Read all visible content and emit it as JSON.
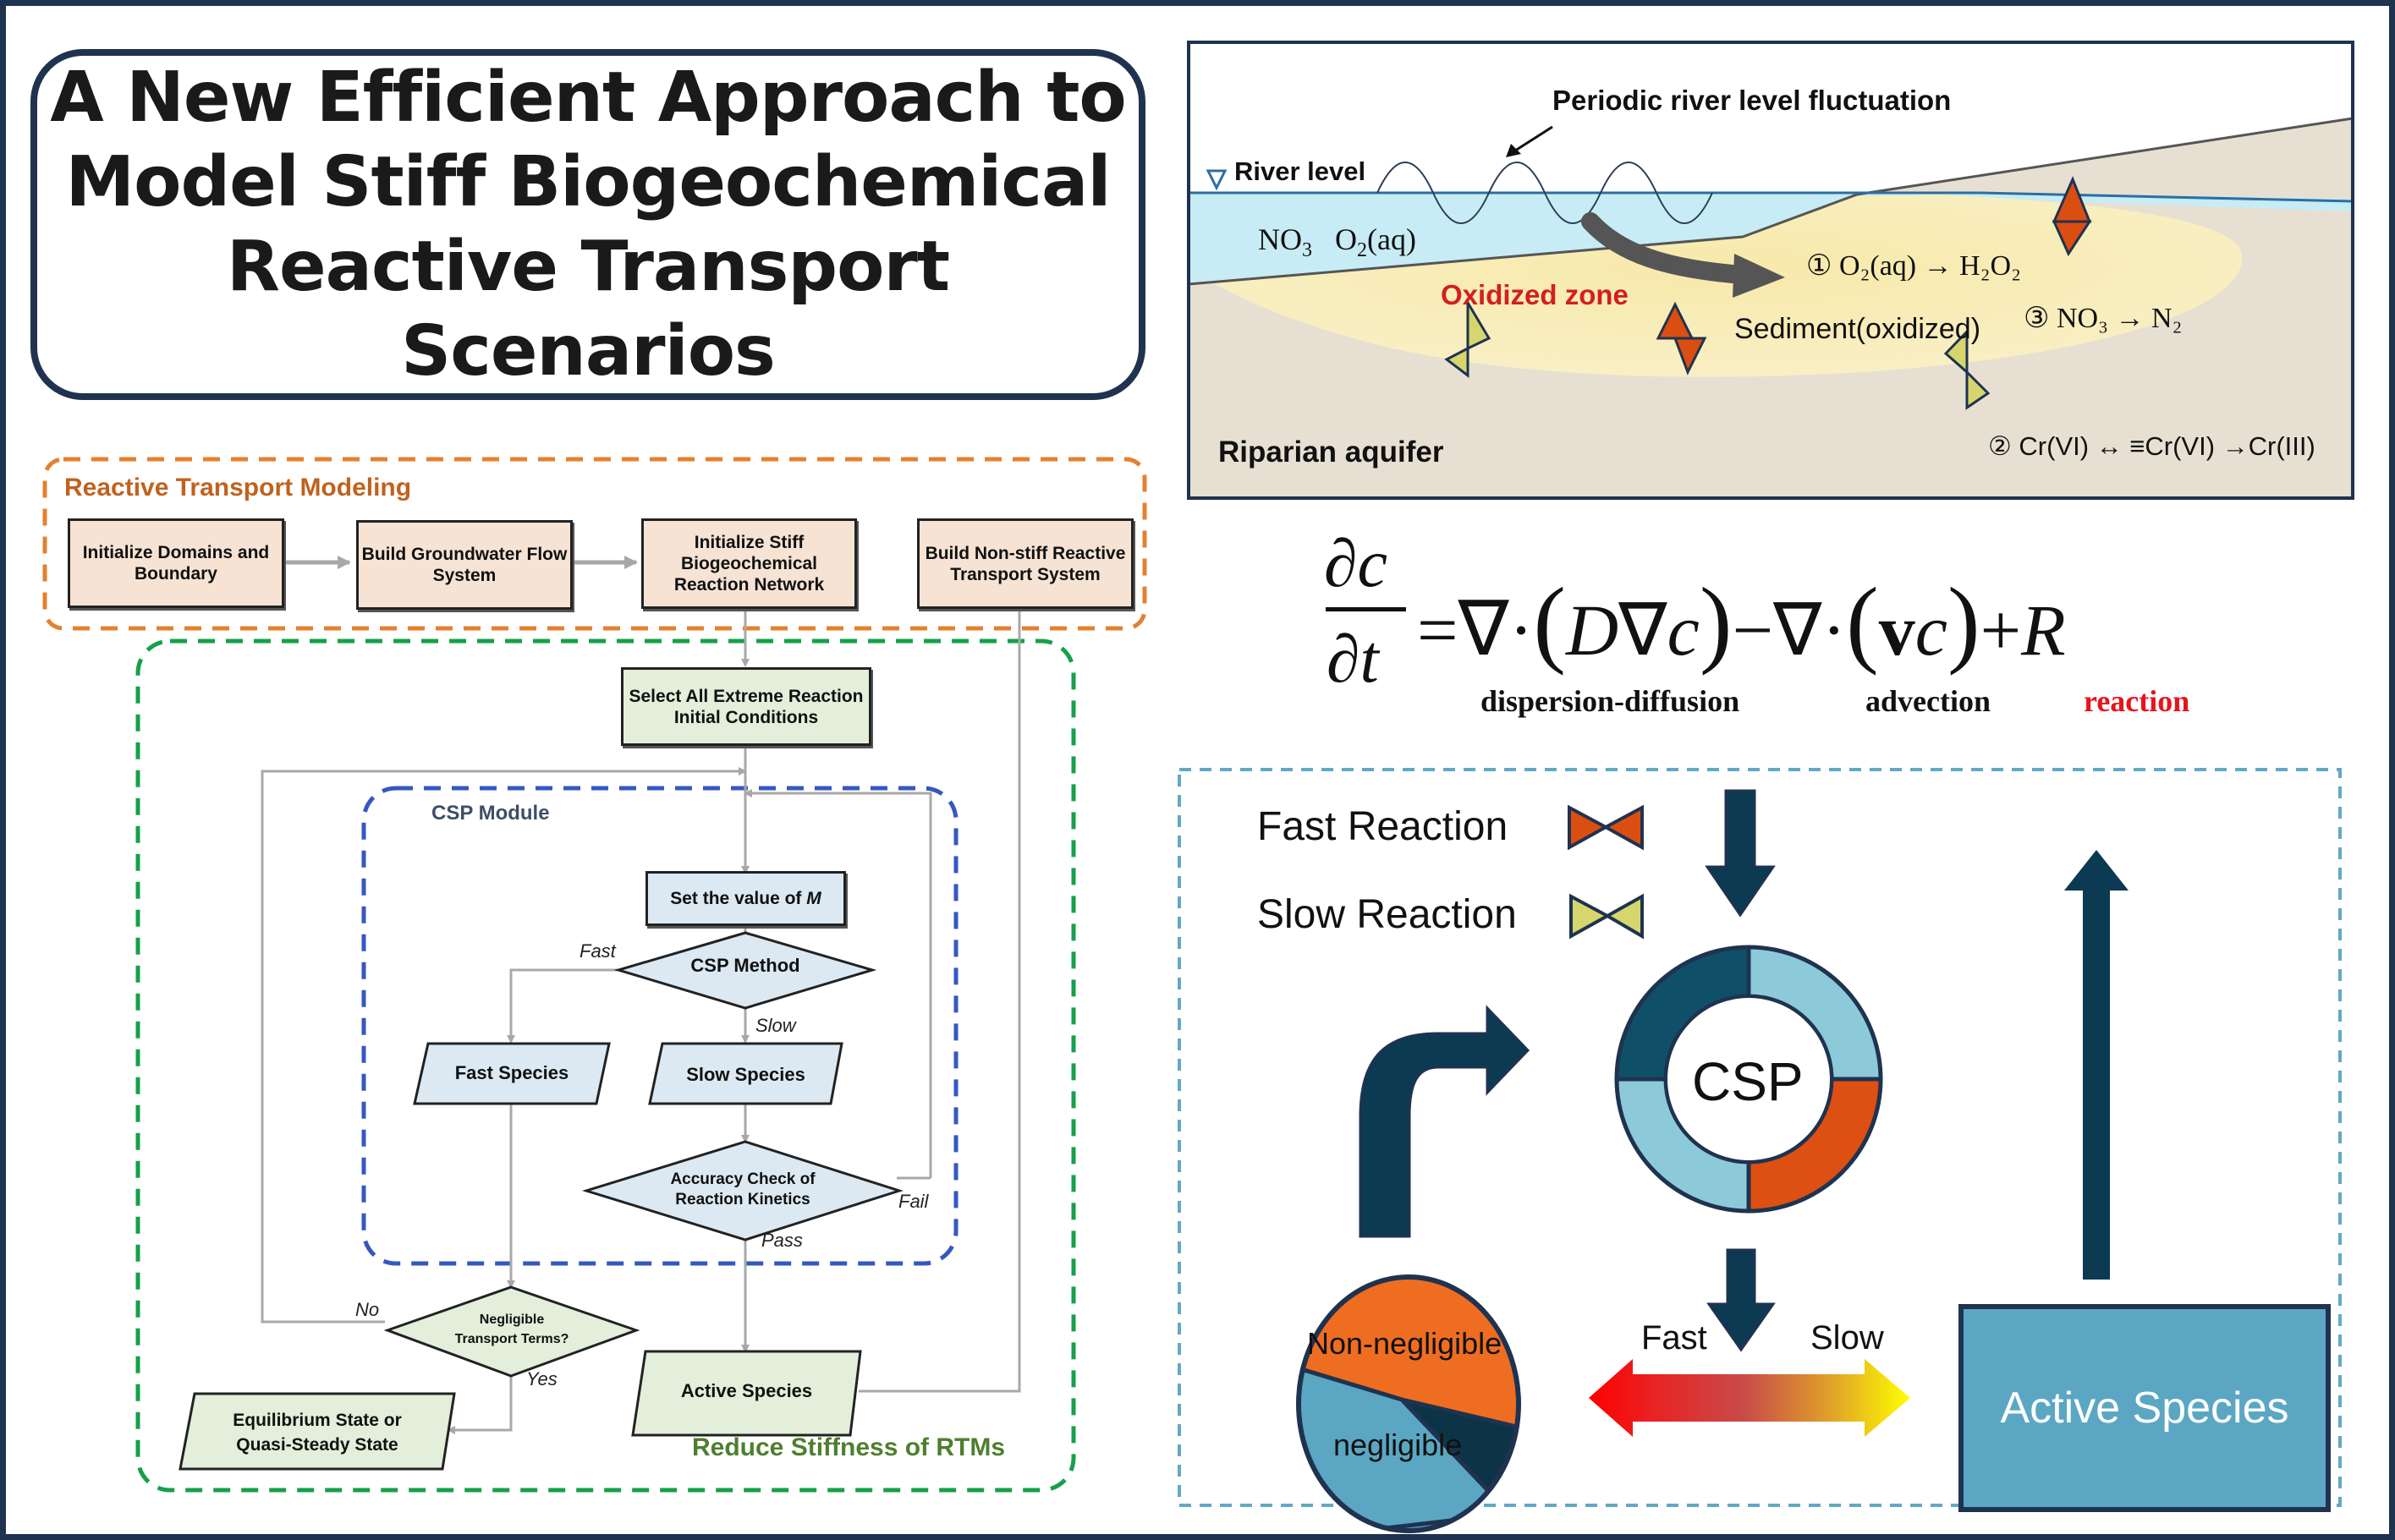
{
  "title": {
    "lines": [
      "A New Efficient Approach to",
      "Model Stiff Biogeochemical",
      "Reactive Transport Scenarios"
    ]
  },
  "aquifer_panel": {
    "annotation": "Periodic river level fluctuation",
    "river_level": "River level",
    "water_species": {
      "no3": "NO",
      "no3_sub": "3",
      "o2": "O",
      "o2_sub": "2",
      "o2_suffix": "(aq)"
    },
    "oxidized_zone": "Oxidized zone",
    "sediment": "Sediment(oxidized)",
    "aquifer": "Riparian aquifer",
    "reaction_1": {
      "marker": "①",
      "text": "O₂(aq) → H₂O₂"
    },
    "reaction_2": {
      "marker": "②",
      "text": "Cr(VI) ↔ ≡Cr(VI) →Cr(III)"
    },
    "reaction_3": {
      "marker": "③",
      "text": "NO₃ → N₂"
    },
    "colors": {
      "water": "#c7ecf5",
      "oxidized": "#f8ecb0",
      "sediment": "#e7e0d2",
      "label_red": "#d21f1f"
    }
  },
  "equation": {
    "lhs_top": "∂c",
    "lhs_bottom": "∂t",
    "rhs": {
      "eq": "=",
      "nabla1": "∇",
      "dot1": "·",
      "open1": "(",
      "D": "D",
      "nabla2": "∇",
      "c1": "c",
      "close1": ")",
      "minus": "−",
      "nabla3": "∇",
      "dot2": "·",
      "open2": "(",
      "v": "v",
      "c2": "c",
      "close2": ")",
      "plus": "+",
      "R": "R"
    },
    "labels": {
      "dispersion": "dispersion-diffusion",
      "advection": "advection",
      "reaction": "reaction"
    },
    "reaction_color": "#e8141b"
  },
  "csp_panel": {
    "legend": [
      {
        "label": "Fast Reaction",
        "color": "#db4e12",
        "icon": "bowtie-fast-icon"
      },
      {
        "label": "Slow Reaction",
        "color": "#d7d66e",
        "icon": "bowtie-slow-icon"
      }
    ],
    "donut_label": "CSP",
    "donut_segments": [
      {
        "name": "top-left",
        "color": "#0f5068"
      },
      {
        "name": "top-right",
        "color": "#8ccad9"
      },
      {
        "name": "bottom-right",
        "color": "#dd4f12"
      },
      {
        "name": "bottom-left",
        "color": "#8ccad9"
      }
    ],
    "pie": {
      "non_negligible": "Non-negligible",
      "negligible": "negligible",
      "colors": {
        "non_negligible": "#ef6d21",
        "negligible": "#5ba7c3",
        "dark": "#0d3346"
      }
    },
    "fast": "Fast",
    "slow": "Slow",
    "active_species": "Active Species",
    "colors": {
      "arrow": "#0b3a52",
      "active_box": "#5ba7c3",
      "border": "#61a9c4"
    }
  },
  "flowchart": {
    "rtm_group": "Reactive Transport Modeling",
    "reduce_group": "Reduce Stiffness of RTMs",
    "csp_group": "CSP Module",
    "nodes": {
      "init_domains": [
        "Initialize Domains and",
        "Boundary"
      ],
      "build_gw": [
        "Build Groundwater Flow",
        "System"
      ],
      "init_stiff": [
        "Initialize Stiff",
        "Biogeochemical",
        "Reaction Network"
      ],
      "build_nonstiff": [
        "Build Non-stiff Reactive",
        "Transport System"
      ],
      "select_ic": [
        "Select All Extreme Reaction",
        "Initial Conditions"
      ],
      "set_m": "Set the value of ",
      "set_m_var": "M",
      "csp_method": "CSP Method",
      "fast_species": "Fast Species",
      "slow_species": "Slow Species",
      "accuracy": [
        "Accuracy Check of",
        "Reaction Kinetics"
      ],
      "negligible": [
        "Negligible",
        "Transport Terms?"
      ],
      "equilibrium": [
        "Equilibrium State or",
        "Quasi-Steady State"
      ],
      "active_species": "Active Species"
    },
    "edge_labels": {
      "fast": "Fast",
      "slow": "Slow",
      "fail": "Fail",
      "pass": "Pass",
      "no": "No",
      "yes": "Yes"
    },
    "colors": {
      "rtm": "#e4812f",
      "rtm_title": "#c0621e",
      "reduce": "#16a04a",
      "reduce_title": "#4e7f2e",
      "csp": "#3558c0",
      "csp_title": "#3d4f66",
      "edge": "#a8a8a8"
    }
  }
}
